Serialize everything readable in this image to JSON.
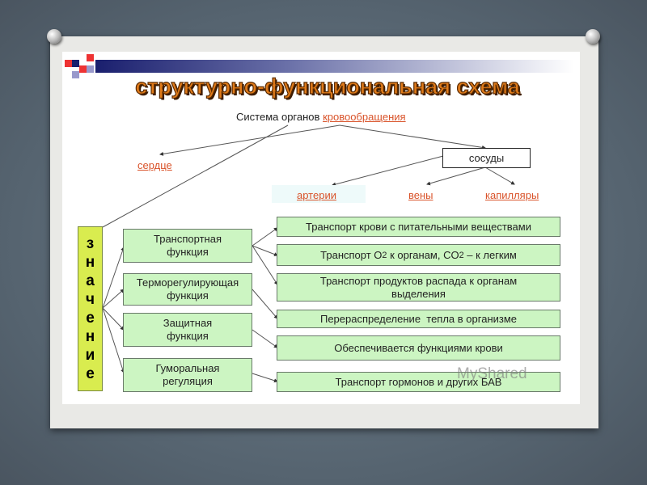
{
  "title": "структурно-функциональная схема",
  "root": {
    "prefix": "Система органов",
    "link": "кровообращения"
  },
  "heart": "сердце",
  "vessels": "сосуды",
  "vessel_types": [
    "артерии",
    "вены",
    "капилляры"
  ],
  "column": [
    "з",
    "н",
    "а",
    "ч",
    "е",
    "н",
    "и",
    "е"
  ],
  "functions": [
    [
      "Транспортная",
      "функция"
    ],
    [
      "Терморегулирующая",
      "функция"
    ],
    [
      "Защитная",
      "функция"
    ],
    [
      "Гуморальная",
      "регуляция"
    ]
  ],
  "details": {
    "d0": "Транспорт крови с питательными веществами",
    "d1a": "Транспорт O",
    "d1b": "2",
    "d1c": " к органам, CO",
    "d1d": "2",
    "d1e": " – к легким",
    "d2a": "Транспорт продуктов распада к органам",
    "d2b": "выделения",
    "d3": "Перераспределение  тепла в организме",
    "d4": "Обеспечивается функциями крови",
    "d5": "Транспорт гормонов и других БАВ"
  },
  "watermark": "MyShared"
}
